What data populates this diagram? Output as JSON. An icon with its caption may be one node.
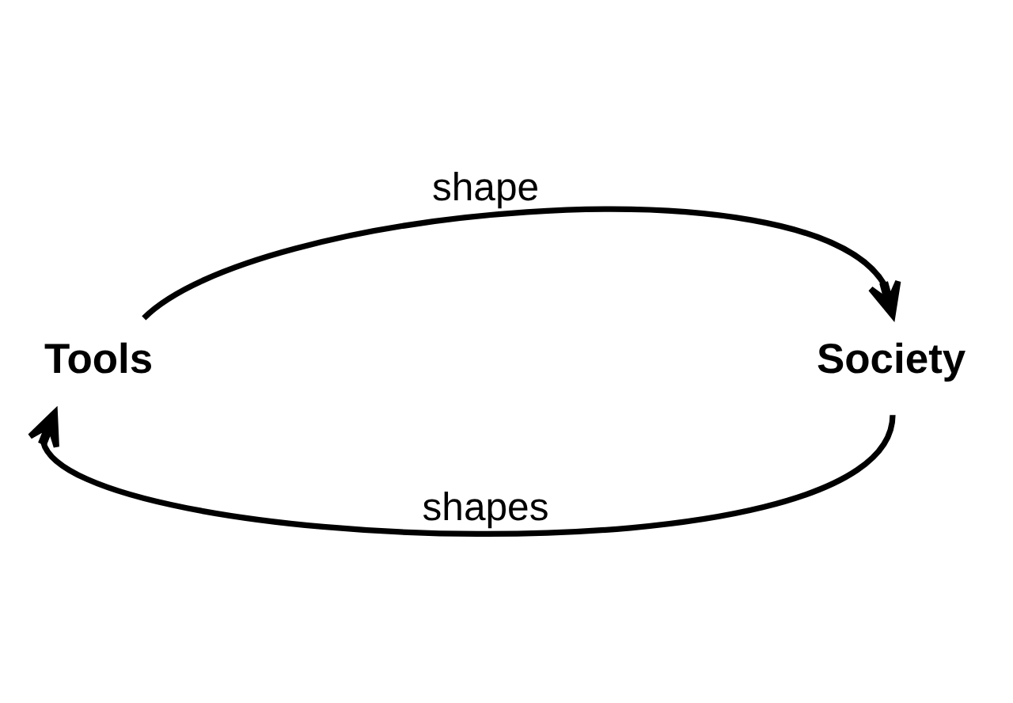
{
  "diagram": {
    "nodes": [
      {
        "text": [
          "Tools"
        ]
      },
      {
        "text": [
          "Society"
        ]
      }
    ],
    "edges": [
      {
        "from": 0,
        "to": 1,
        "arrow": "to",
        "label": "shape"
      },
      {
        "from": 1,
        "to": 0,
        "arrow": "to",
        "label": "shapes"
      }
    ]
  }
}
